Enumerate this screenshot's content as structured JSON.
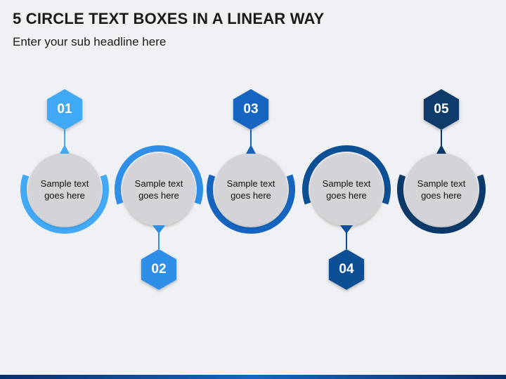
{
  "header": {
    "title": "5 CIRCLE TEXT BOXES IN A LINEAR WAY",
    "subtitle": "Enter your sub headline here"
  },
  "steps": [
    {
      "number": "01",
      "line1": "Sample text",
      "line2": "goes here",
      "color": "#41a9f6",
      "position": "top"
    },
    {
      "number": "02",
      "line1": "Sample text",
      "line2": "goes here",
      "color": "#2e8ee8",
      "position": "bottom"
    },
    {
      "number": "03",
      "line1": "Sample text",
      "line2": "goes here",
      "color": "#1565c0",
      "position": "top"
    },
    {
      "number": "04",
      "line1": "Sample text",
      "line2": "goes here",
      "color": "#0d4f94",
      "position": "bottom"
    },
    {
      "number": "05",
      "line1": "Sample text",
      "line2": "goes here",
      "color": "#0b3a6a",
      "position": "top"
    }
  ],
  "colors": {
    "circle_fill": "#d4d4d8",
    "background": "#f0f1f4"
  }
}
